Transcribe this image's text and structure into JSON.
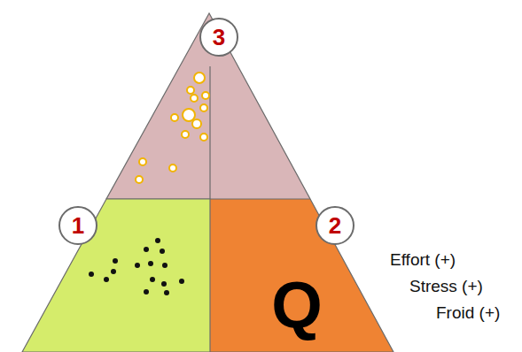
{
  "diagram": {
    "nodes": [
      {
        "text": [
          "Q"
        ]
      }
    ],
    "labels": [
      "3",
      "1",
      "2",
      "Effort (+)",
      "Stress (+)",
      "Froid (+)"
    ]
  }
}
